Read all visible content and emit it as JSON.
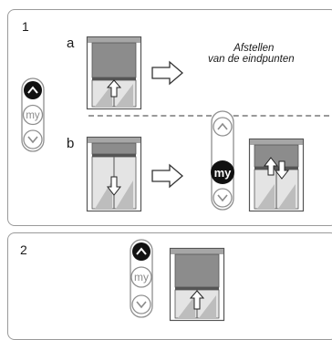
{
  "steps": {
    "step1": {
      "number": "1",
      "label_a": "a",
      "label_b": "b",
      "note_line1": "Afstellen",
      "note_line2": "van de eindpunten"
    },
    "step2": {
      "number": "2"
    }
  },
  "remote": {
    "my_label": "my"
  },
  "colors": {
    "blind_fabric": "#8c8c8c",
    "frame": "#555555",
    "active_button": "#111111",
    "outline": "#9a9a9a"
  }
}
